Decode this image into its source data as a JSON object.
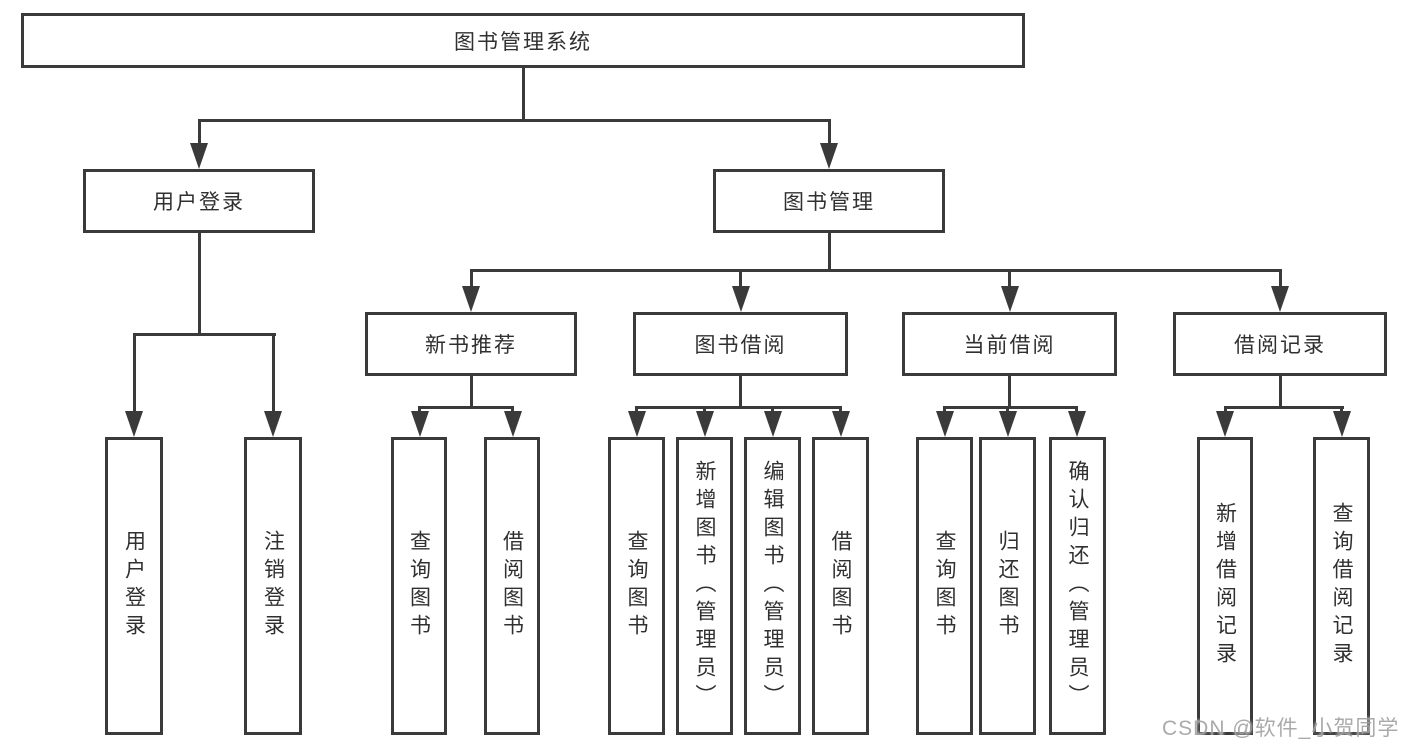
{
  "diagram_type": "hierarchy-tree",
  "colors": {
    "line": "#3a3a3a",
    "border": "#3a3a3a",
    "text": "#303030",
    "background": "#ffffff",
    "watermark": "#9e9e9e"
  },
  "tree": {
    "label": "图书管理系统",
    "children": [
      {
        "label": "用户登录",
        "children": [
          {
            "label": "用户登录"
          },
          {
            "label": "注销登录"
          }
        ]
      },
      {
        "label": "图书管理",
        "children": [
          {
            "label": "新书推荐",
            "children": [
              {
                "label": "查询图书"
              },
              {
                "label": "借阅图书"
              }
            ]
          },
          {
            "label": "图书借阅",
            "children": [
              {
                "label": "查询图书"
              },
              {
                "label": "新增图书（管理员）"
              },
              {
                "label": "编辑图书（管理员）"
              },
              {
                "label": "借阅图书"
              }
            ]
          },
          {
            "label": "当前借阅",
            "children": [
              {
                "label": "查询图书"
              },
              {
                "label": "归还图书"
              },
              {
                "label": "确认归还（管理员）"
              }
            ]
          },
          {
            "label": "借阅记录",
            "children": [
              {
                "label": "新增借阅记录"
              },
              {
                "label": "查询借阅记录"
              }
            ]
          }
        ]
      }
    ]
  },
  "watermark": {
    "text": "CSDN @软件_小贺同学"
  }
}
